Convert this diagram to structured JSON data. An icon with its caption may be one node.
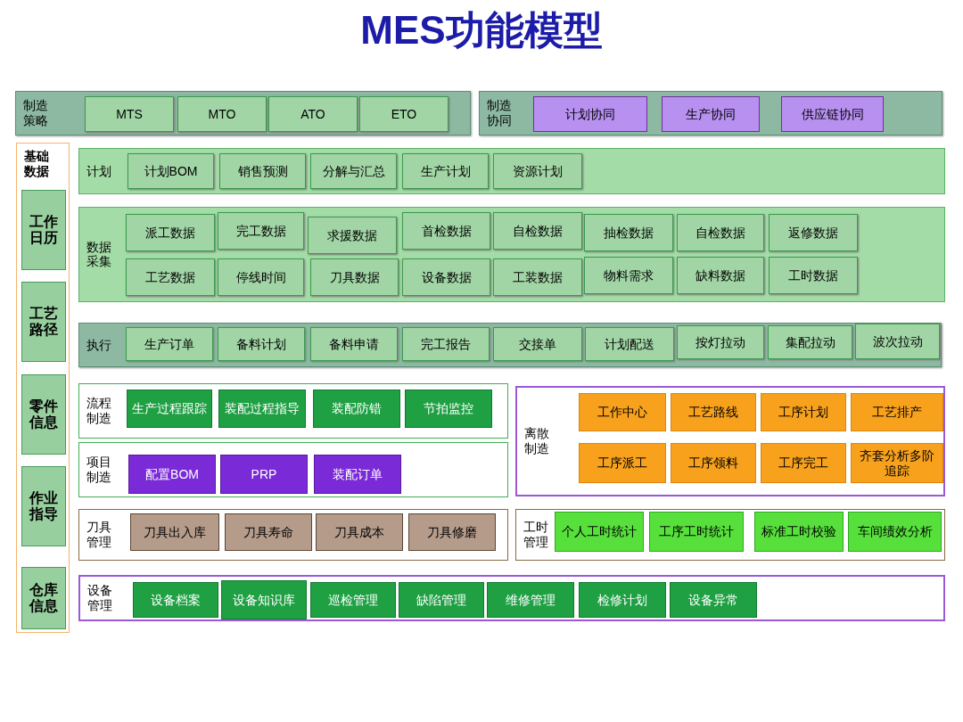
{
  "diagram": {
    "title": "MES功能模型",
    "nodes": [
      {
        "text": [
          "制造策略"
        ]
      },
      {
        "text": [
          "MTS"
        ],
        "in": 0
      },
      {
        "text": [
          "MTO"
        ],
        "in": 0
      },
      {
        "text": [
          "ATO"
        ],
        "in": 0
      },
      {
        "text": [
          "ETO"
        ],
        "in": 0
      },
      {
        "text": [
          "制造协同"
        ]
      },
      {
        "text": [
          "计划协同"
        ],
        "in": 5
      },
      {
        "text": [
          "生产协同"
        ],
        "in": 5
      },
      {
        "text": [
          "供应链协同"
        ],
        "in": 5
      },
      {
        "text": [
          "基础数据"
        ]
      },
      {
        "text": [
          "工作日历"
        ],
        "in": 9
      },
      {
        "text": [
          "工艺路径"
        ],
        "in": 9
      },
      {
        "text": [
          "零件信息"
        ],
        "in": 9
      },
      {
        "text": [
          "作业指导"
        ],
        "in": 9
      },
      {
        "text": [
          "仓库信息"
        ],
        "in": 9
      },
      {
        "text": [
          "计划"
        ]
      },
      {
        "text": [
          "计划BOM"
        ],
        "in": 15
      },
      {
        "text": [
          "销售预测"
        ],
        "in": 15
      },
      {
        "text": [
          "分解与汇总"
        ],
        "in": 15
      },
      {
        "text": [
          "生产计划"
        ],
        "in": 15
      },
      {
        "text": [
          "资源计划"
        ],
        "in": 15
      },
      {
        "text": [
          "数据采集"
        ]
      },
      {
        "text": [
          "派工数据"
        ],
        "in": 21
      },
      {
        "text": [
          "完工数据"
        ],
        "in": 21
      },
      {
        "text": [
          "求援数据"
        ],
        "in": 21
      },
      {
        "text": [
          "首检数据"
        ],
        "in": 21
      },
      {
        "text": [
          "自检数据"
        ],
        "in": 21
      },
      {
        "text": [
          "抽检数据"
        ],
        "in": 21
      },
      {
        "text": [
          "自检数据"
        ],
        "in": 21
      },
      {
        "text": [
          "返修数据"
        ],
        "in": 21
      },
      {
        "text": [
          "工艺数据"
        ],
        "in": 21
      },
      {
        "text": [
          "停线时间"
        ],
        "in": 21
      },
      {
        "text": [
          "刀具数据"
        ],
        "in": 21
      },
      {
        "text": [
          "设备数据"
        ],
        "in": 21
      },
      {
        "text": [
          "工装数据"
        ],
        "in": 21
      },
      {
        "text": [
          "物料需求"
        ],
        "in": 21
      },
      {
        "text": [
          "缺料数据"
        ],
        "in": 21
      },
      {
        "text": [
          "工时数据"
        ],
        "in": 21
      },
      {
        "text": [
          "执行"
        ]
      },
      {
        "text": [
          "生产订单"
        ],
        "in": 38
      },
      {
        "text": [
          "备料计划"
        ],
        "in": 38
      },
      {
        "text": [
          "备料申请"
        ],
        "in": 38
      },
      {
        "text": [
          "完工报告"
        ],
        "in": 38
      },
      {
        "text": [
          "交接单"
        ],
        "in": 38
      },
      {
        "text": [
          "计划配送"
        ],
        "in": 38
      },
      {
        "text": [
          "按灯拉动"
        ],
        "in": 38
      },
      {
        "text": [
          "集配拉动"
        ],
        "in": 38
      },
      {
        "text": [
          "波次拉动"
        ],
        "in": 38
      },
      {
        "text": [
          "流程制造"
        ]
      },
      {
        "text": [
          "生产过程跟踪"
        ],
        "in": 48
      },
      {
        "text": [
          "装配过程指导"
        ],
        "in": 48
      },
      {
        "text": [
          "装配防错"
        ],
        "in": 48
      },
      {
        "text": [
          "节拍监控"
        ],
        "in": 48
      },
      {
        "text": [
          "项目制造"
        ]
      },
      {
        "text": [
          "配置BOM"
        ],
        "in": 53
      },
      {
        "text": [
          "PRP"
        ],
        "in": 53
      },
      {
        "text": [
          "装配订单"
        ],
        "in": 53
      },
      {
        "text": [
          "离散制造"
        ]
      },
      {
        "text": [
          "工作中心"
        ],
        "in": 57
      },
      {
        "text": [
          "工艺路线"
        ],
        "in": 57
      },
      {
        "text": [
          "工序计划"
        ],
        "in": 57
      },
      {
        "text": [
          "工艺排产"
        ],
        "in": 57
      },
      {
        "text": [
          "工序派工"
        ],
        "in": 57
      },
      {
        "text": [
          "工序领料"
        ],
        "in": 57
      },
      {
        "text": [
          "工序完工"
        ],
        "in": 57
      },
      {
        "text": [
          "齐套分析多阶追踪"
        ],
        "in": 57
      },
      {
        "text": [
          "刀具管理"
        ]
      },
      {
        "text": [
          "刀具出入库"
        ],
        "in": 66
      },
      {
        "text": [
          "刀具寿命"
        ],
        "in": 66
      },
      {
        "text": [
          "刀具成本"
        ],
        "in": 66
      },
      {
        "text": [
          "刀具修磨"
        ],
        "in": 66
      },
      {
        "text": [
          "工时管理"
        ]
      },
      {
        "text": [
          "个人工时统计"
        ],
        "in": 71
      },
      {
        "text": [
          "工序工时统计"
        ],
        "in": 71
      },
      {
        "text": [
          "标准工时校验"
        ],
        "in": 71
      },
      {
        "text": [
          "车间绩效分析"
        ],
        "in": 71
      },
      {
        "text": [
          "设备管理"
        ]
      },
      {
        "text": [
          "设备档案"
        ],
        "in": 76
      },
      {
        "text": [
          "设备知识库"
        ],
        "in": 76
      },
      {
        "text": [
          "巡检管理"
        ],
        "in": 76
      },
      {
        "text": [
          "缺陷管理"
        ],
        "in": 76
      },
      {
        "text": [
          "维修管理"
        ],
        "in": 76
      },
      {
        "text": [
          "检修计划"
        ],
        "in": 76
      },
      {
        "text": [
          "设备异常"
        ],
        "in": 76
      }
    ]
  }
}
